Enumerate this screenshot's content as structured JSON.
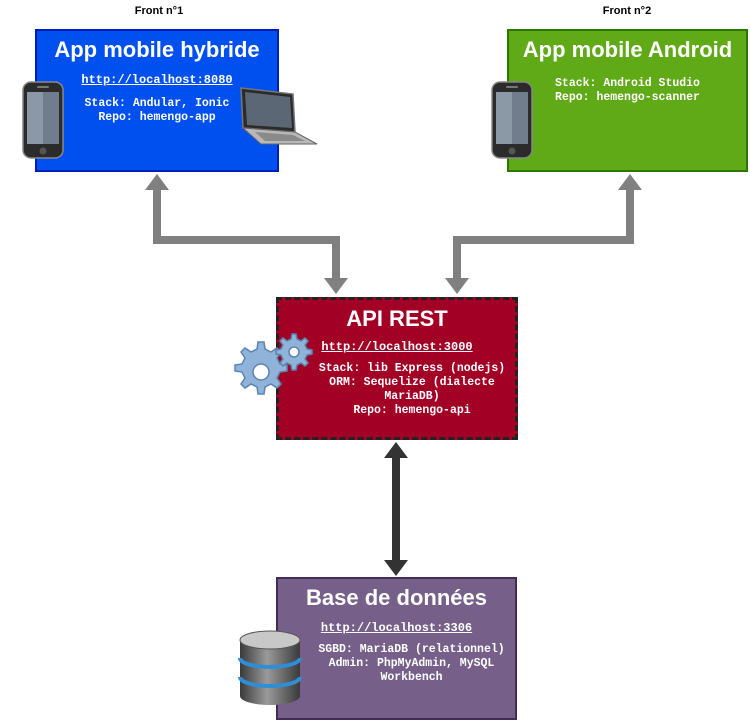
{
  "front1": {
    "caption": "Front n°1",
    "title": "App mobile hybride",
    "url": "http://localhost:8080",
    "stack": "Stack: Andular, Ionic",
    "repo": "Repo: hemengo-app",
    "icons": [
      "smartphone-icon",
      "laptop-icon"
    ],
    "colors": {
      "fill": "#0050ef",
      "border": "#001dbc"
    }
  },
  "front2": {
    "caption": "Front n°2",
    "title": "App mobile Android",
    "stack": "Stack: Android Studio",
    "repo": "Repo: hemengo-scanner",
    "icons": [
      "smartphone-icon"
    ],
    "colors": {
      "fill": "#60a917",
      "border": "#2d7600"
    }
  },
  "api": {
    "title": "API REST",
    "url": "http://localhost:3000",
    "stack": "Stack: lib Express (nodejs)",
    "orm": "ORM: Sequelize (dialecte MariaDB)",
    "repo": "Repo: hemengo-api",
    "icons": [
      "gears-icon"
    ],
    "colors": {
      "fill": "#a20025",
      "border": "#222222"
    }
  },
  "db": {
    "title": "Base de données",
    "url": "http://localhost:3306",
    "sgbd": "SGBD: MariaDB (relationnel)",
    "admin_line1": "Admin: PhpMyAdmin, MySQL",
    "admin_line2": "Workbench",
    "icons": [
      "database-icon"
    ],
    "colors": {
      "fill": "#76608a",
      "border": "#432d57"
    }
  },
  "connectors": {
    "front_to_api_color": "#808080",
    "api_to_db_color": "#333333"
  }
}
